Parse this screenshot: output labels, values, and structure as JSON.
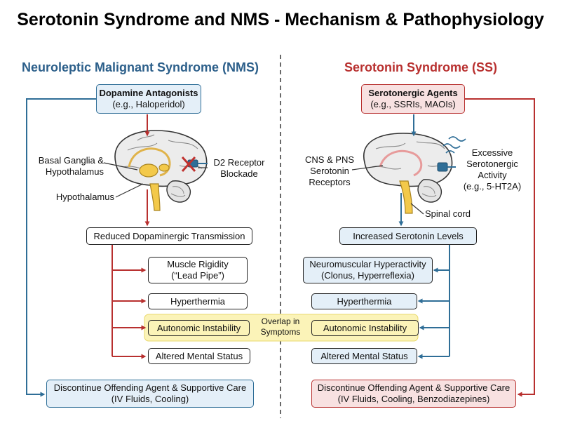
{
  "title": "Serotonin Syndrome and NMS - Mechanism & Pathophysiology",
  "colors": {
    "nms": "#2c5f8a",
    "ss": "#b8302f",
    "blue_arrow": "#2f6e97",
    "red_arrow": "#b8302f",
    "blue_fill": "#e4eff8",
    "red_fill": "#f8e1e1",
    "overlap": "#fbf3b8",
    "brain_gray": "#e9e9e9",
    "basal_yellow": "#f3c94a"
  },
  "nms": {
    "heading": "Neuroleptic Malignant Syndrome (NMS)",
    "agent_title": "Dopamine Antagonists",
    "agent_example": "(e.g., Haloperidol)",
    "label_basal_line1": "Basal Ganglia &",
    "label_basal_line2": "Hypothalamus",
    "label_hypothalamus": "Hypothalamus",
    "label_d2_line1": "D2 Receptor",
    "label_d2_line2": "Blockade",
    "mechanism": "Reduced Dopaminergic Transmission",
    "symptoms": [
      {
        "line1": "Muscle Rigidity",
        "line2": "(“Lead Pipe”)"
      },
      {
        "line1": "Hyperthermia",
        "line2": ""
      },
      {
        "line1": "Autonomic Instability",
        "line2": ""
      },
      {
        "line1": "Altered Mental Status",
        "line2": ""
      }
    ],
    "treatment_line1": "Discontinue Offending Agent & Supportive Care",
    "treatment_line2": "(IV Fluids, Cooling)"
  },
  "ss": {
    "heading": "Serotonin Syndrome (SS)",
    "agent_title": "Serotonergic Agents",
    "agent_example": "(e.g., SSRIs, MAOIs)",
    "label_receptors_line1": "CNS & PNS",
    "label_receptors_line2": "Serotonin",
    "label_receptors_line3": "Receptors",
    "label_excessive_line1": "Excessive",
    "label_excessive_line2": "Serotonergic",
    "label_excessive_line3": "Activity",
    "label_excessive_line4": "(e.g., 5-HT2A)",
    "label_spinal": "Spinal cord",
    "mechanism": "Increased Serotonin Levels",
    "symptoms": [
      {
        "line1": "Neuromuscular Hyperactivity",
        "line2": "(Clonus, Hyperreflexia)"
      },
      {
        "line1": "Hyperthermia",
        "line2": ""
      },
      {
        "line1": "Autonomic Instability",
        "line2": ""
      },
      {
        "line1": "Altered Mental Status",
        "line2": ""
      }
    ],
    "treatment_line1": "Discontinue Offending Agent & Supportive Care",
    "treatment_line2": "(IV Fluids, Cooling, Benzodiazepines)"
  },
  "overlap_line1": "Overlap in",
  "overlap_line2": "Symptoms"
}
